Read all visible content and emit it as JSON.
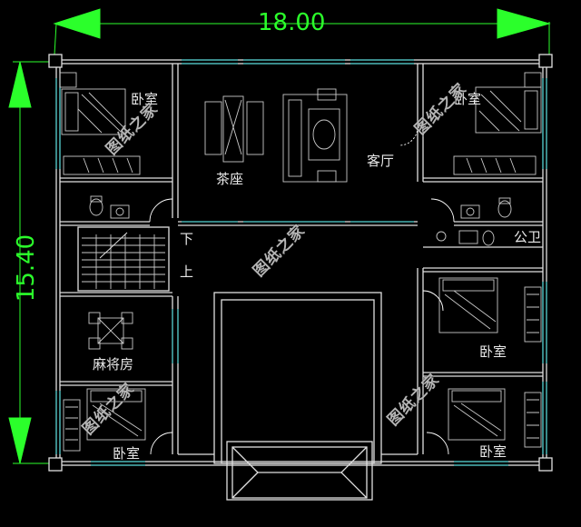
{
  "dimensions": {
    "width": "18.00",
    "height": "15.40"
  },
  "rooms": {
    "bedroom_tl": "卧室",
    "bedroom_tr": "卧室",
    "tea": "茶座",
    "living": "客厅",
    "public_wc": "公卫",
    "stair_down": "下",
    "stair_up": "上",
    "mahjong": "麻将房",
    "bedroom_mr": "卧室",
    "bedroom_bl": "卧室",
    "bedroom_br": "卧室"
  },
  "watermark": "图纸之家",
  "colors": {
    "dimension": "#2bff2b",
    "wall": "#e0e0e0",
    "window": "#2fd2d2",
    "furniture": "#bfbfbf",
    "door": "#ffffff"
  }
}
